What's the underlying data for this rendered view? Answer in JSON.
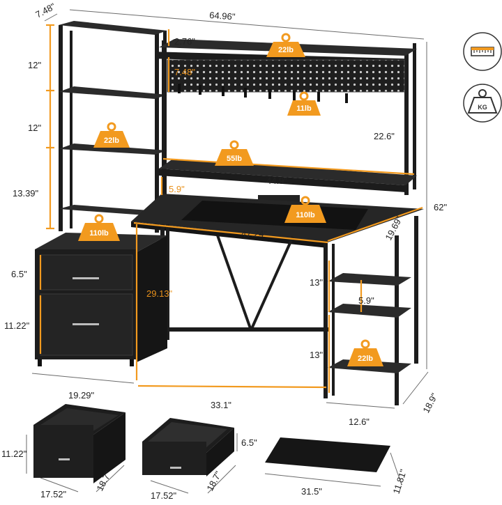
{
  "colors": {
    "accent": "#F29A1F",
    "frame": "#1c1c1c",
    "panel": "#2a2a2a",
    "line": "#6a6a6a"
  },
  "icons": [
    "measuring-tape-icon",
    "kettlebell-weight-icon"
  ],
  "dims": {
    "top_depth": "7.48\"",
    "total_width": "64.96\"",
    "shelf_h1": "12\"",
    "shelf_h2": "12\"",
    "shelf_h3": "13.39\"",
    "top_shelf_h": "2.76\"",
    "pegboard_h": "7.48\"",
    "hutch_h": "22.6\"",
    "total_height": "62\"",
    "hutch_width": "44.9\"",
    "monitor_gap": "5.9\"",
    "desk_width": "47.24\"",
    "desk_depth": "19.69\"",
    "desk_height": "29.13\"",
    "drawer_top_h": "6.5\"",
    "drawer_bottom_h": "11.22\"",
    "right_shelf_h1": "13\"",
    "right_shelf_gap": "5.9\"",
    "right_shelf_h2": "13\"",
    "cabinet_width": "19.29\"",
    "leg_span": "33.1\"",
    "right_shelf_width": "12.6\"",
    "side_depth": "18.9\"",
    "drawer1_h": "11.22\"",
    "drawer1_w": "17.52\"",
    "drawer1_d": "18.7\"",
    "drawer2_h": "6.5\"",
    "drawer2_w": "17.52\"",
    "drawer2_d": "18.7\"",
    "mat_w": "31.5\"",
    "mat_d": "11.81\""
  },
  "weights": {
    "top_shelf": "22lb",
    "pegboard": "11lb",
    "left_shelf": "22lb",
    "hutch_shelf": "55lb",
    "cabinet": "110lb",
    "desktop": "110lb",
    "right_shelf": "22lb"
  }
}
